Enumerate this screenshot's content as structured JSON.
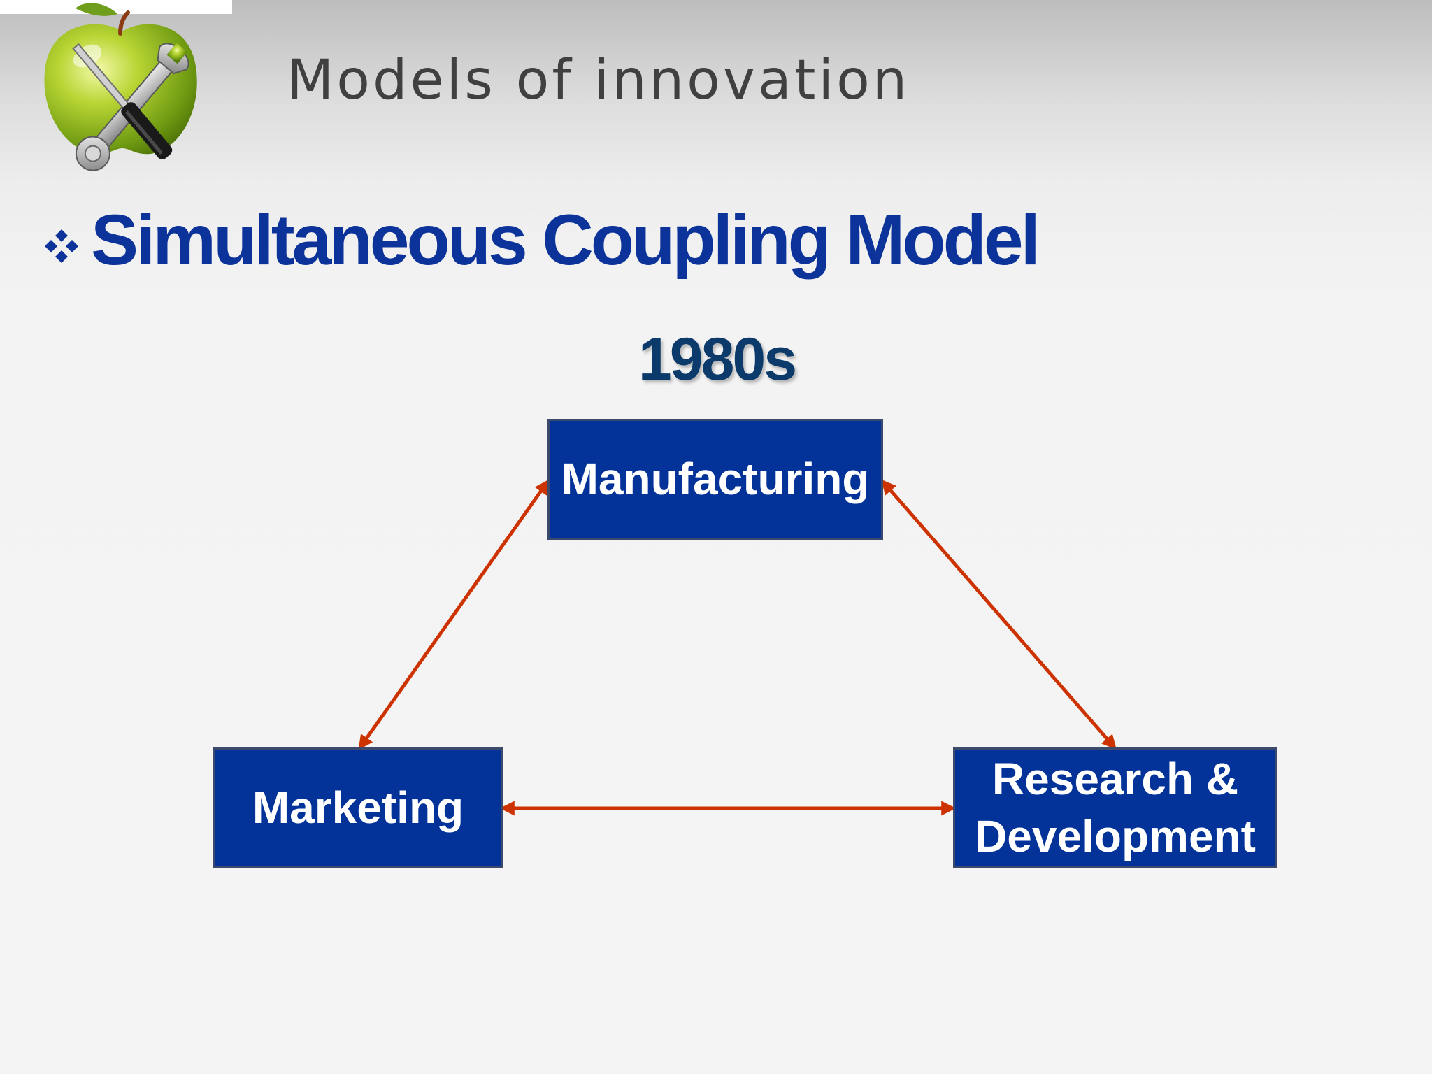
{
  "header": {
    "title": "Models of innovation",
    "logo_icon": "apple-with-tools-logo"
  },
  "slide": {
    "bullet_icon": "four-diamond-bullet-icon",
    "heading": "Simultaneous Coupling Model",
    "era": "1980s"
  },
  "diagram": {
    "nodes": {
      "manufacturing": "Manufacturing",
      "marketing": "Marketing",
      "research_development": "Research &\nDevelopment"
    },
    "connections": [
      {
        "from": "Manufacturing",
        "to": "Marketing",
        "direction": "bidirectional"
      },
      {
        "from": "Manufacturing",
        "to": "Research & Development",
        "direction": "bidirectional"
      },
      {
        "from": "Marketing",
        "to": "Research & Development",
        "direction": "bidirectional"
      }
    ]
  },
  "colors": {
    "box_fill": "#033399",
    "arrow": "#cc3300",
    "heading": "#0c3399",
    "era": "#0b3a6b"
  }
}
